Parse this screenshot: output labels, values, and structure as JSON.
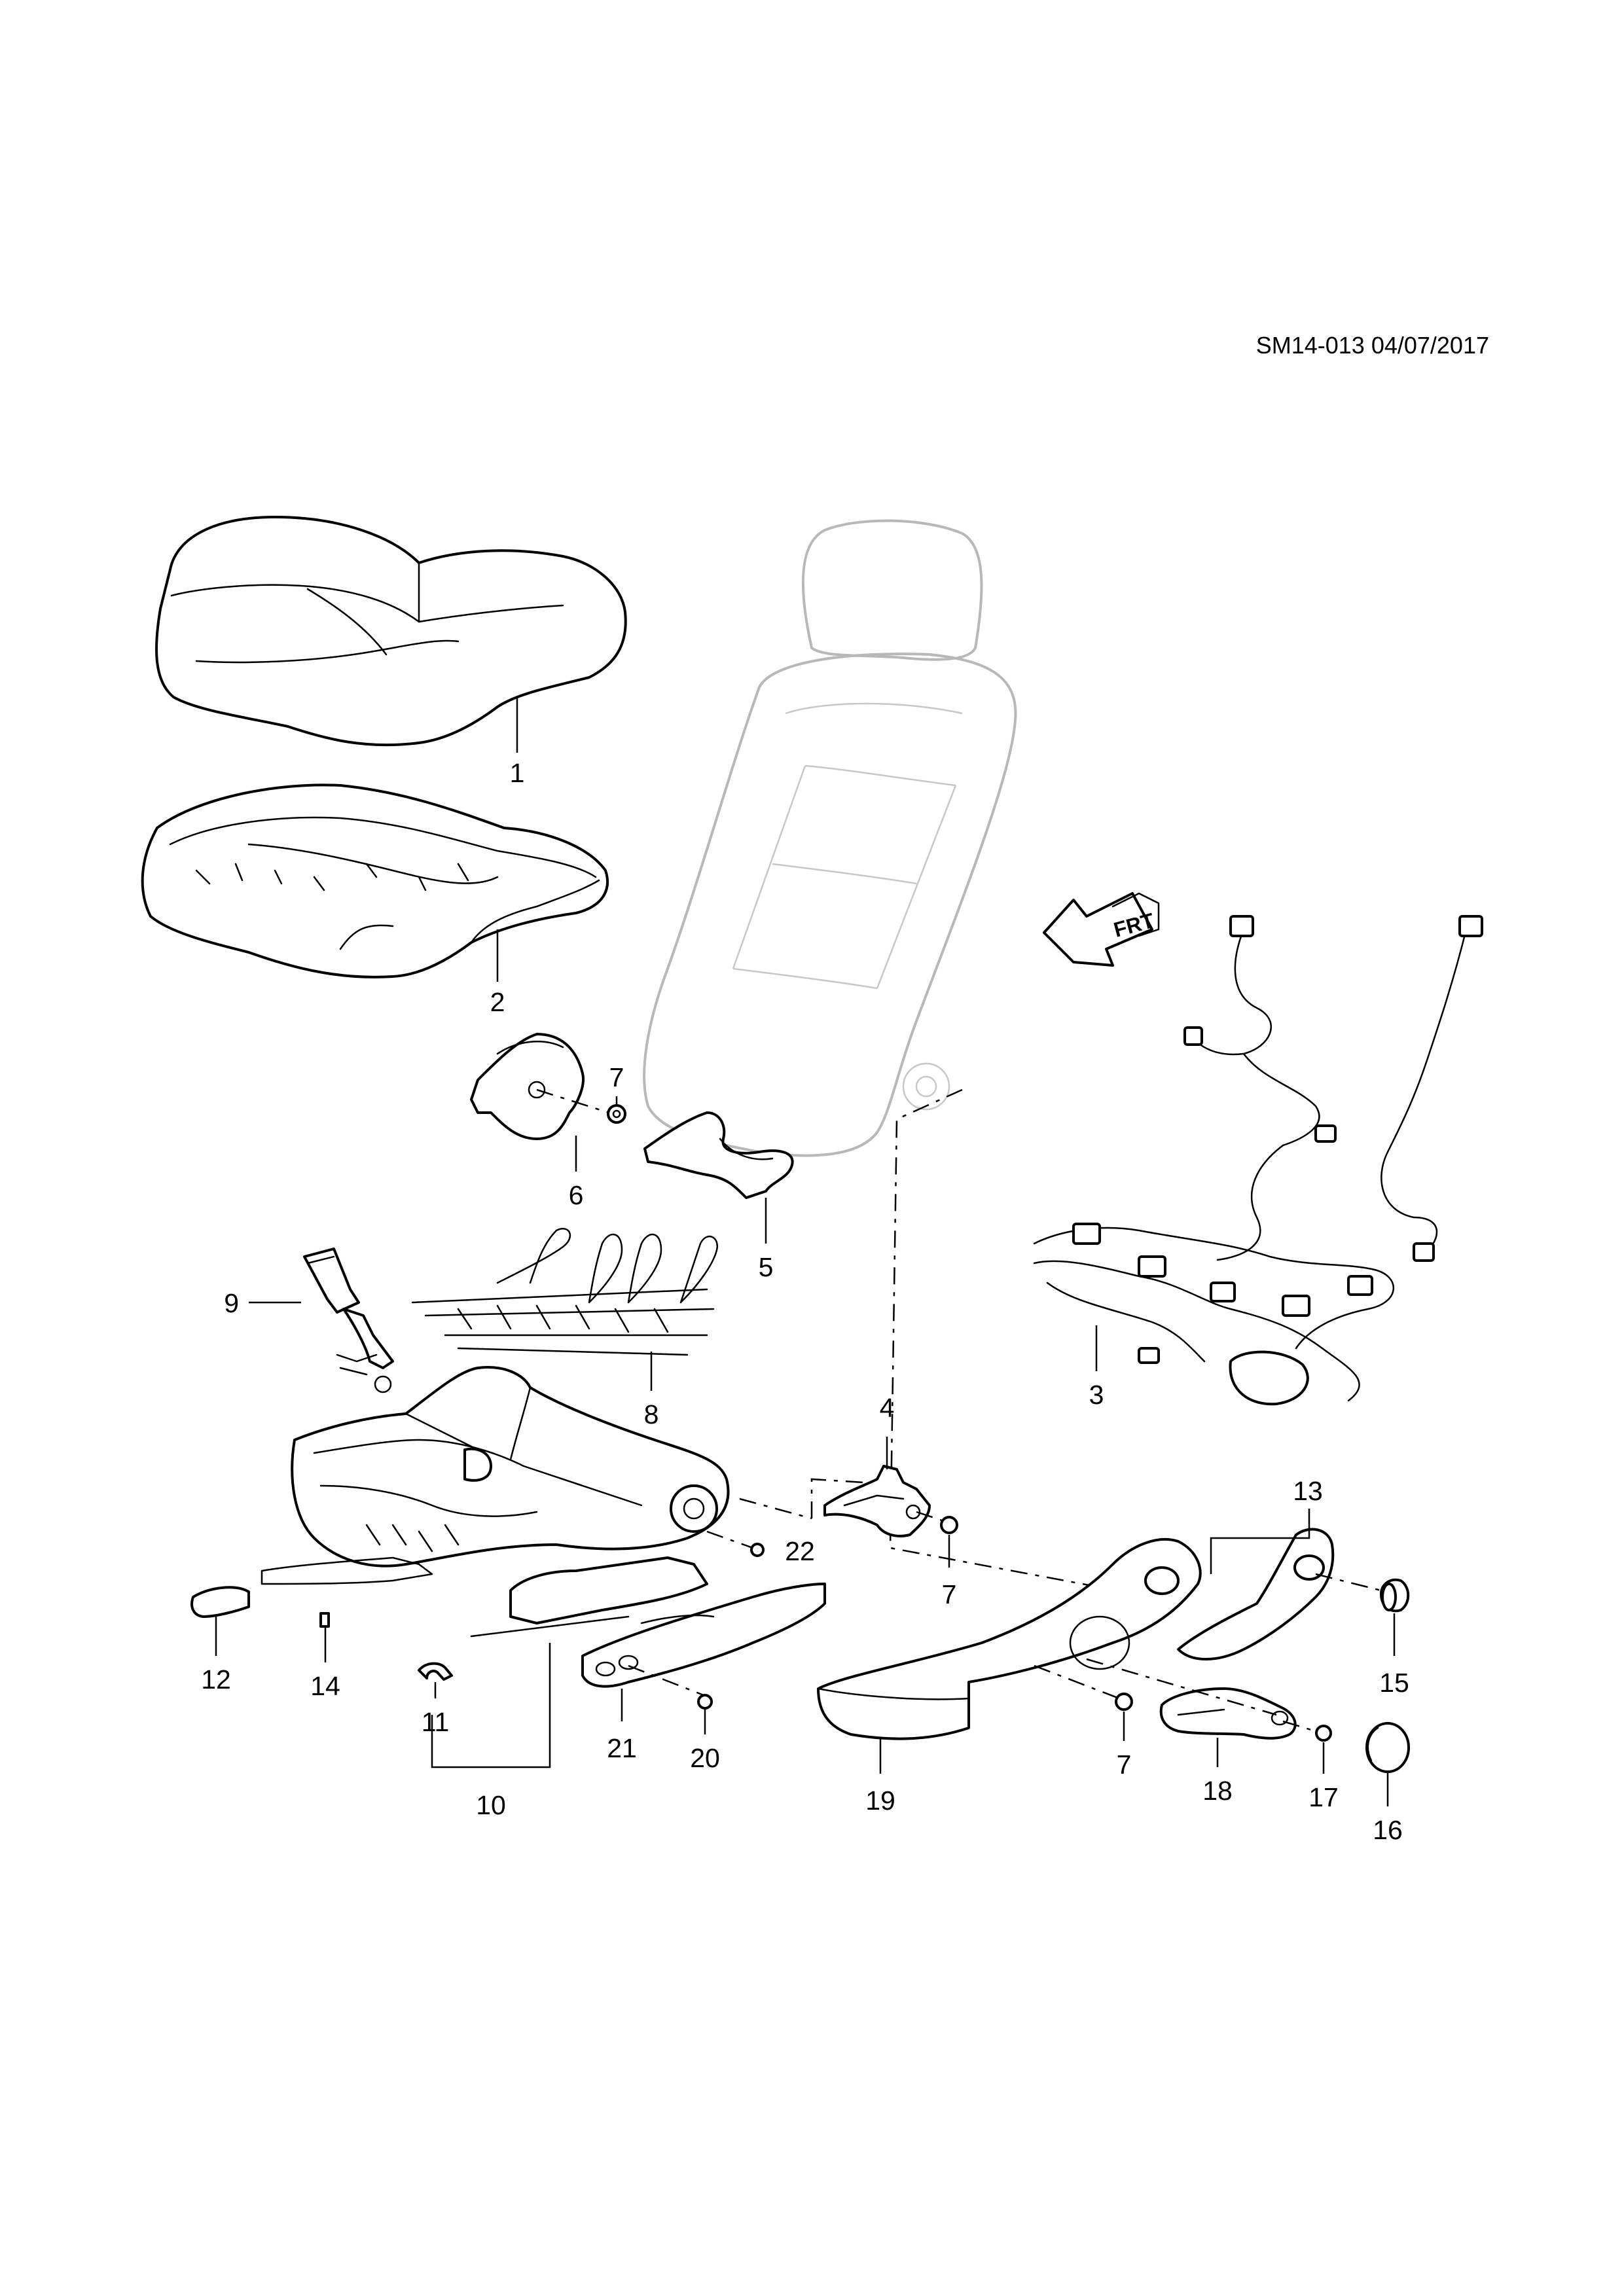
{
  "reference": "SM14-013 04/07/2017",
  "front_arrow_text": "FRT",
  "callouts": {
    "c1": "1",
    "c2": "2",
    "c3": "3",
    "c4": "4",
    "c5": "5",
    "c6": "6",
    "c7a": "7",
    "c7b": "7",
    "c7c": "7",
    "c8": "8",
    "c9": "9",
    "c10": "10",
    "c11": "11",
    "c12": "12",
    "c13": "13",
    "c14": "14",
    "c15": "15",
    "c16": "16",
    "c17": "17",
    "c18": "18",
    "c19": "19",
    "c20": "20",
    "c21": "21",
    "c22": "22"
  }
}
